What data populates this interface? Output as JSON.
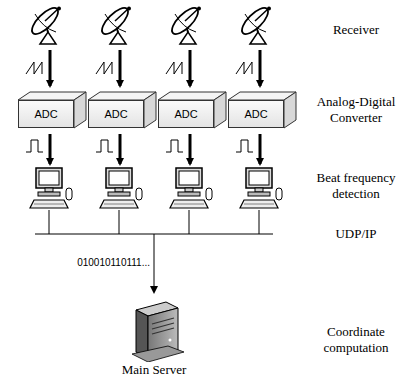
{
  "diagram": {
    "nodes": [
      {
        "text": [
          "ADC"
        ]
      },
      {
        "text": [
          "ADC"
        ]
      },
      {
        "text": [
          "ADC"
        ]
      },
      {
        "text": [
          "ADC"
        ]
      },
      {
        "text": [
          "Main Server"
        ]
      }
    ],
    "labels": [
      "Receiver",
      "Analog-Digital Converter",
      "Beat frequency detection",
      "UDP/IP",
      "Coordinate computation",
      "010010110111..."
    ]
  }
}
